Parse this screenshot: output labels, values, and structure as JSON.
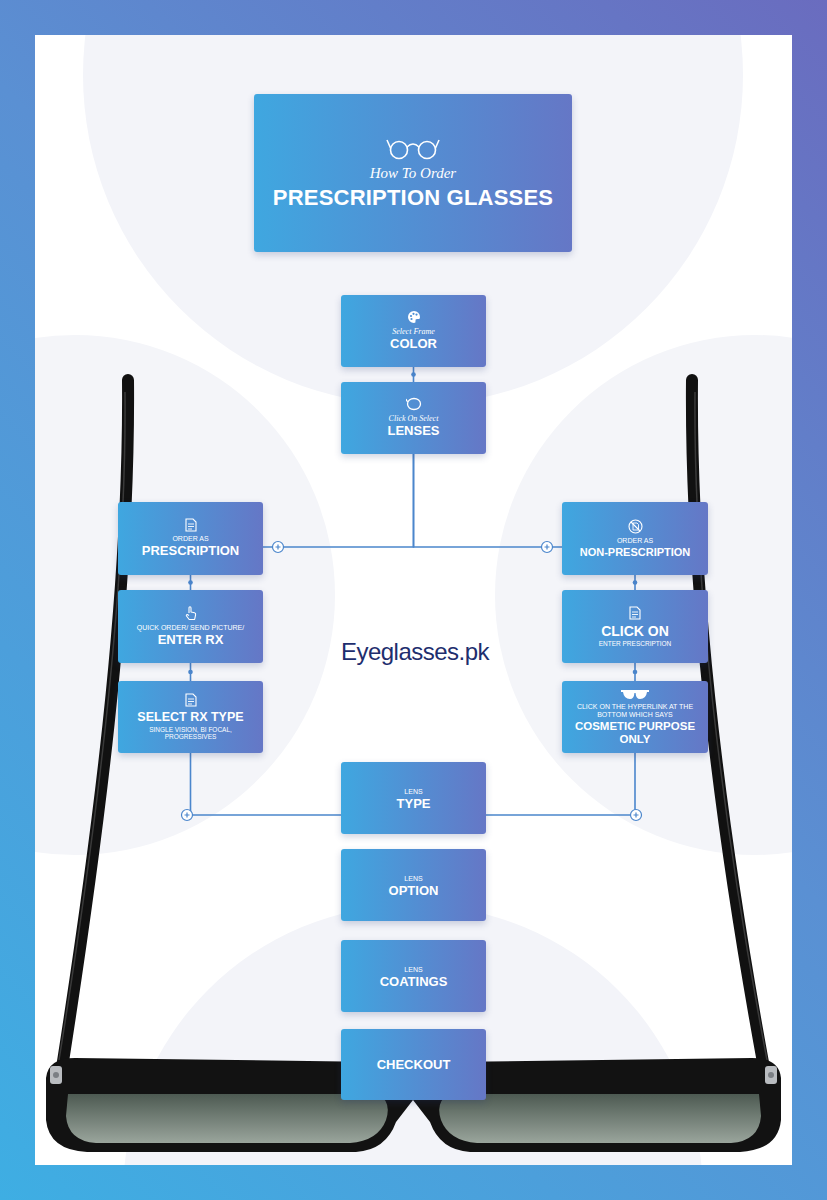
{
  "diagram": {
    "nodes": [
      {
        "text": [
          "How To Order",
          "PRESCRIPTION GLASSES"
        ]
      },
      {
        "text": [
          "Select Frame",
          "COLOR"
        ]
      },
      {
        "text": [
          "Click On Select",
          "LENSES"
        ]
      },
      {
        "text": [
          "ORDER AS",
          "PRESCRIPTION"
        ]
      },
      {
        "text": [
          "QUICK ORDER/ SEND PICTURE/",
          "ENTER RX"
        ]
      },
      {
        "text": [
          "SELECT RX TYPE",
          "SINGLE VISION, BI FOCAL, PROGRESSIVES"
        ]
      },
      {
        "text": [
          "ORDER AS",
          "NON-PRESCRIPTION"
        ]
      },
      {
        "text": [
          "CLICK ON",
          "ENTER PRESCRIPTION"
        ]
      },
      {
        "text": [
          "CLICK ON THE HYPERLINK AT THE BOTTOM WHICH SAYS",
          "COSMETIC PURPOSE ONLY"
        ]
      },
      {
        "text": [
          "LENS",
          "TYPE"
        ]
      },
      {
        "text": [
          "LENS",
          "OPTION"
        ]
      },
      {
        "text": [
          "LENS",
          "COATINGS"
        ]
      },
      {
        "text": [
          "CHECKOUT"
        ]
      }
    ],
    "edges": [
      {
        "from": 1,
        "to": 2,
        "arrow": "none"
      },
      {
        "from": 2,
        "to": 3,
        "arrow": "none"
      },
      {
        "from": 2,
        "to": 6,
        "arrow": "none"
      },
      {
        "from": 3,
        "to": 4,
        "arrow": "none"
      },
      {
        "from": 4,
        "to": 5,
        "arrow": "none"
      },
      {
        "from": 6,
        "to": 7,
        "arrow": "none"
      },
      {
        "from": 7,
        "to": 8,
        "arrow": "none"
      },
      {
        "from": 5,
        "to": 9,
        "arrow": "none"
      },
      {
        "from": 8,
        "to": 9,
        "arrow": "none"
      }
    ],
    "labels": [
      "Eyeglasses.pk"
    ]
  }
}
